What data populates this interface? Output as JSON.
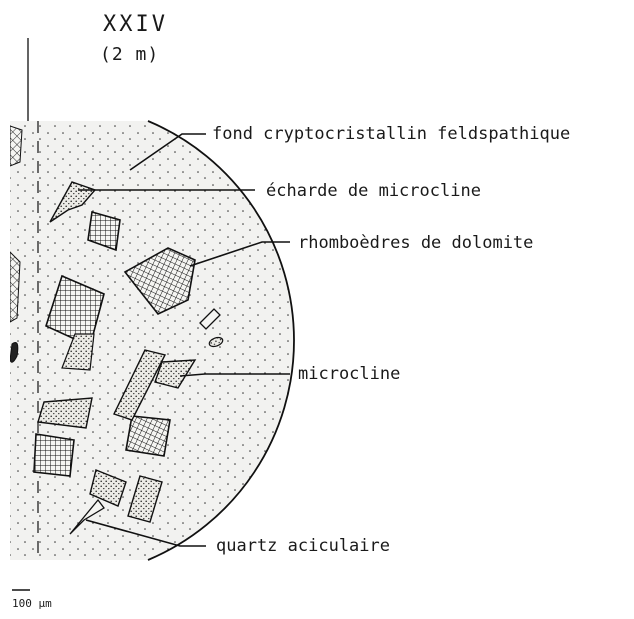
{
  "title": "XXIV",
  "subtitle": "(2 m)",
  "labels": {
    "groundmass": "fond cryptocristallin feldspathique",
    "shard": "échardе de microcline",
    "dolomite": "rhomboèdres  de dolomite",
    "microcline": "microcline",
    "quartz": "quartz aciculaire"
  },
  "scale_bar": "100 µm"
}
